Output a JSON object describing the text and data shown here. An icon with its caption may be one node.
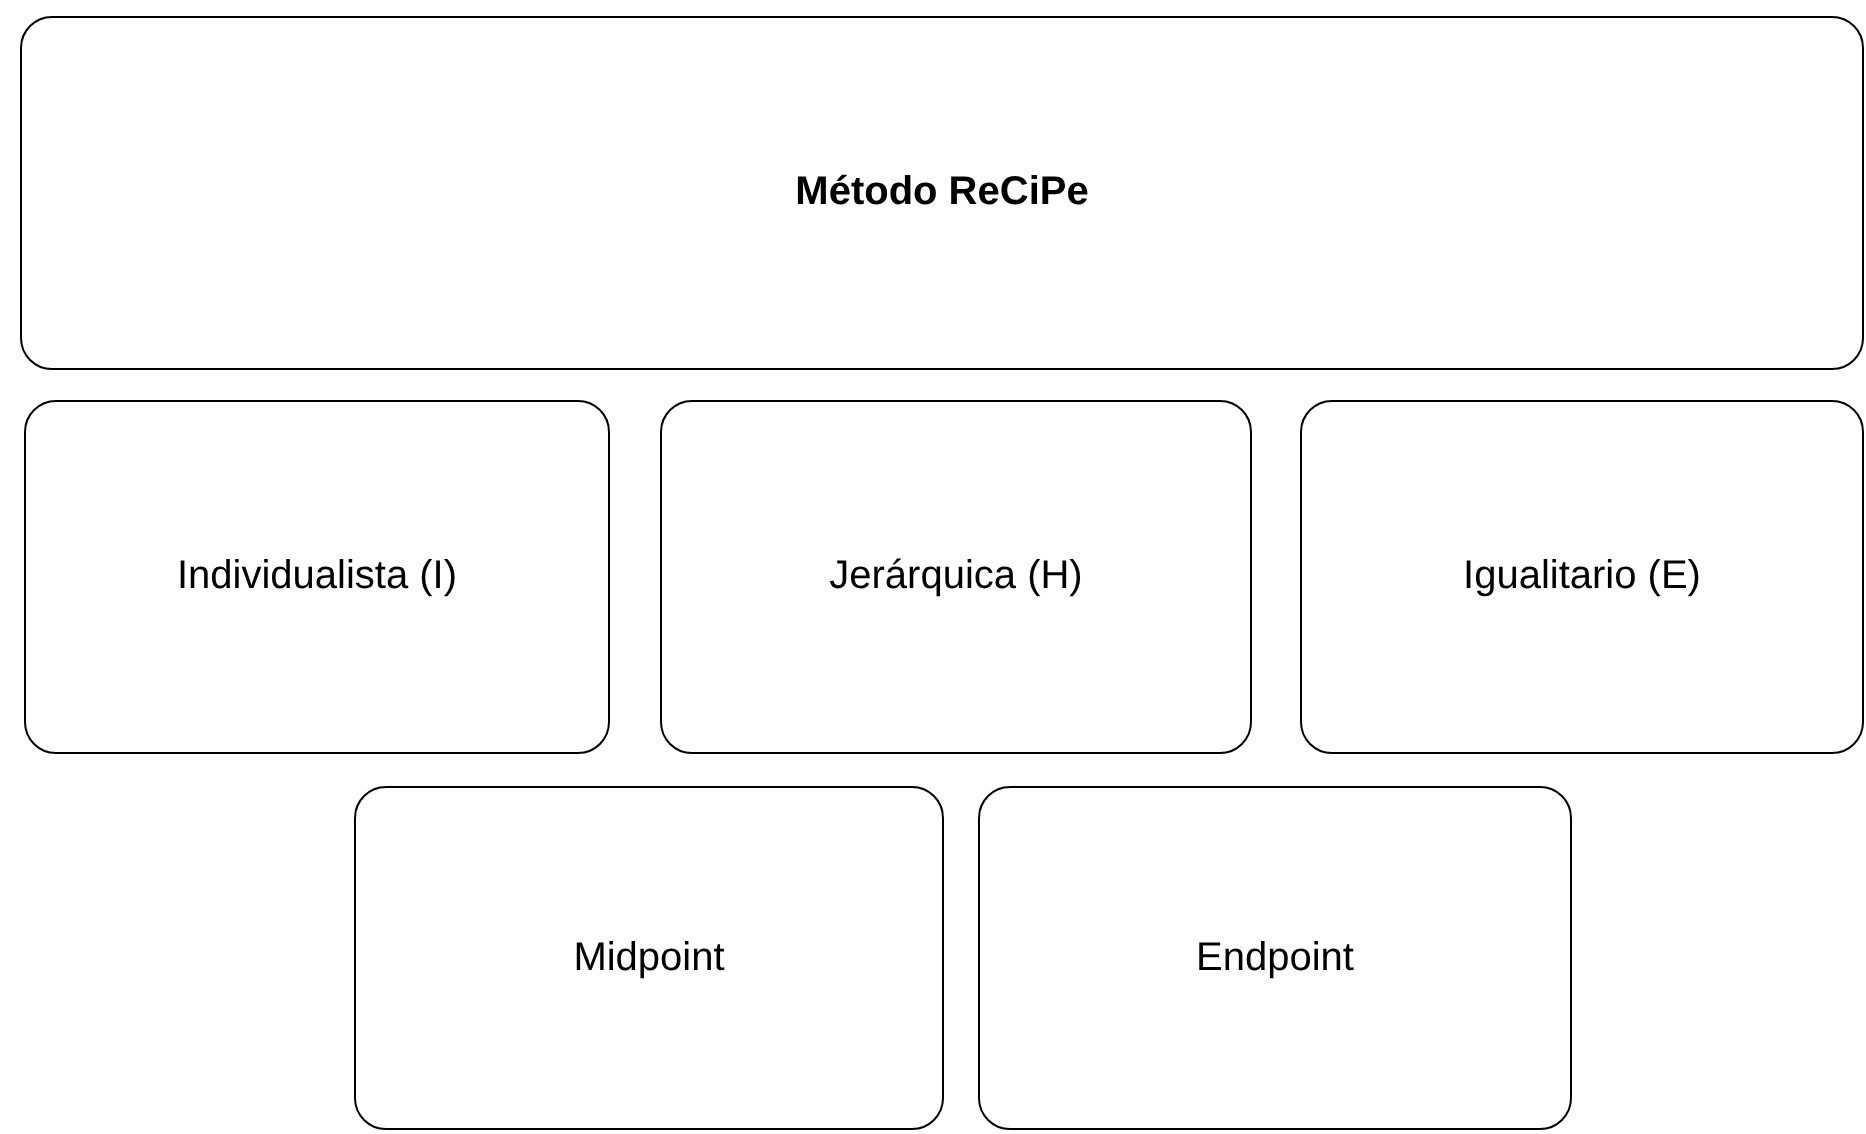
{
  "diagram": {
    "nodes": [
      {
        "text": [
          "Método ReCiPe"
        ]
      },
      {
        "text": [
          "Individualista (I)"
        ]
      },
      {
        "text": [
          "Jerárquica (H)"
        ]
      },
      {
        "text": [
          "Igualitario (E)"
        ]
      },
      {
        "text": [
          "Midpoint"
        ]
      },
      {
        "text": [
          "Endpoint"
        ]
      }
    ]
  }
}
